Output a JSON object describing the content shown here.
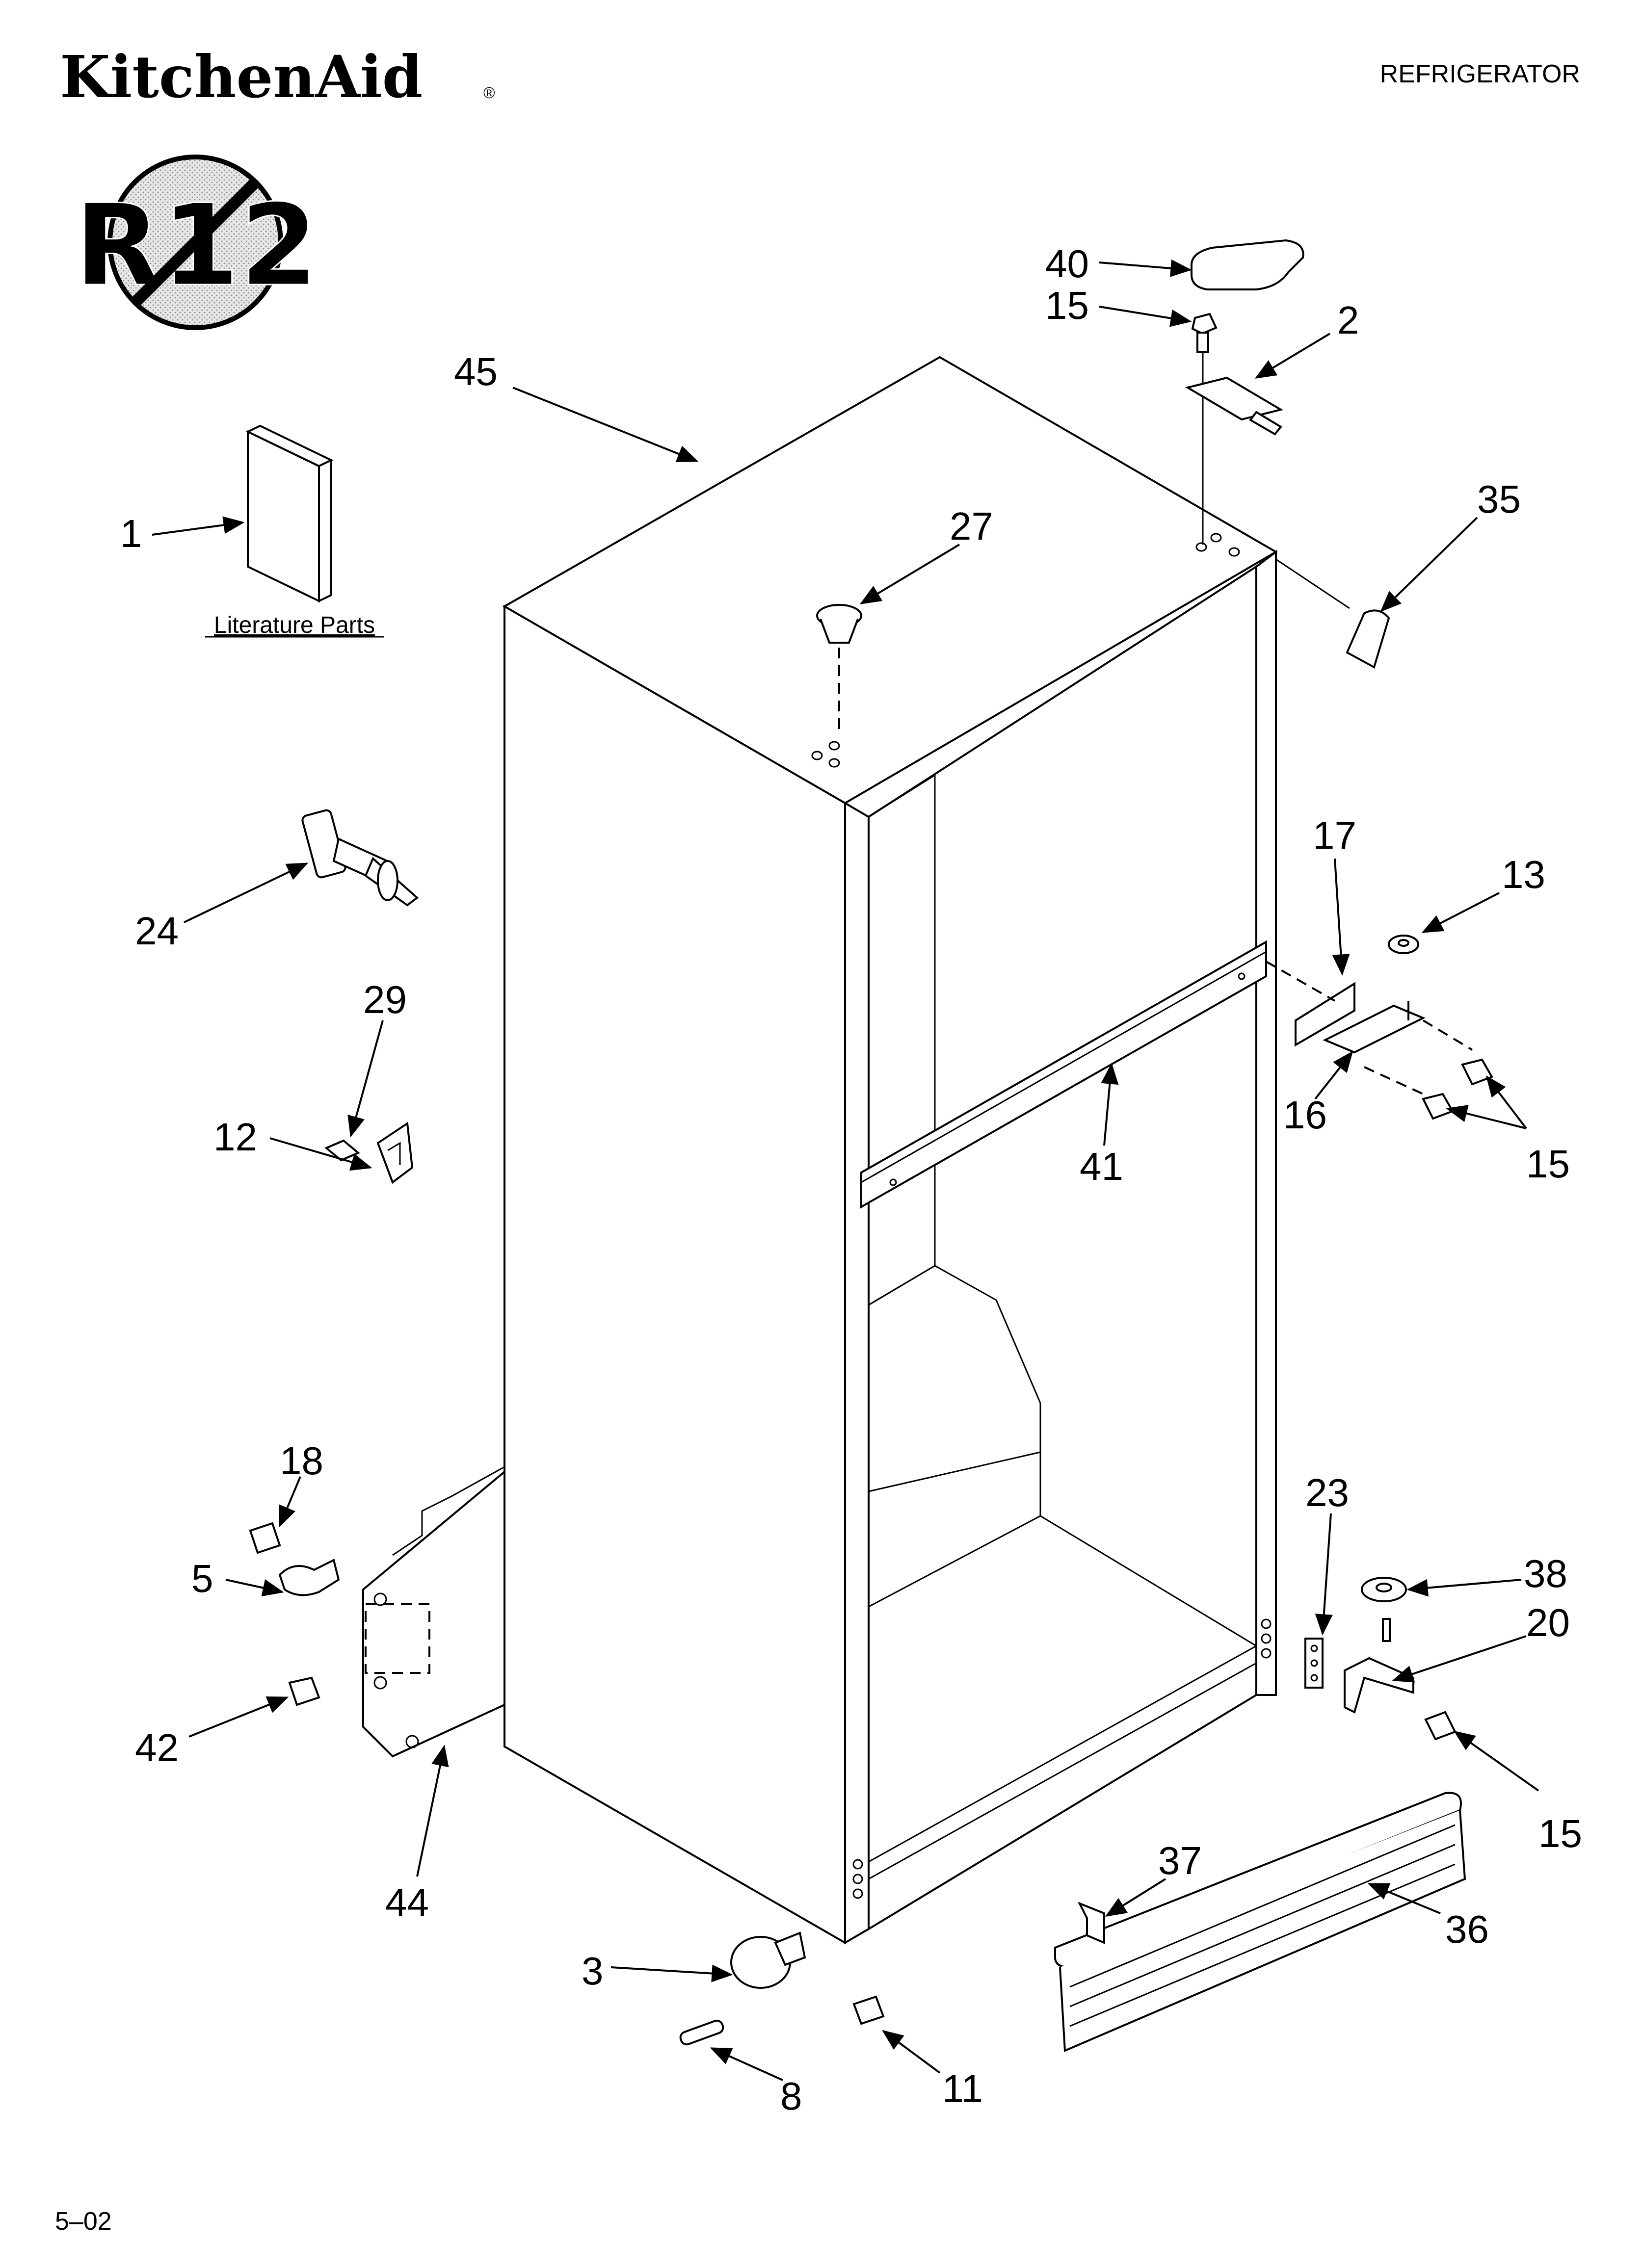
{
  "header": {
    "brand": "KitchenAid",
    "registered_mark": "®",
    "product_type": "REFRIGERATOR"
  },
  "badge": {
    "text": "R12",
    "icon": "no-r12-refrigerant-icon"
  },
  "literature": {
    "label": "Literature Parts"
  },
  "callouts": {
    "p40": "40",
    "p15_top": "15",
    "p2": "2",
    "p45": "45",
    "p35": "35",
    "p1": "1",
    "p27": "27",
    "p24": "24",
    "p17": "17",
    "p13": "13",
    "p29": "29",
    "p12": "12",
    "p16": "16",
    "p41": "41",
    "p15_mid": "15",
    "p18": "18",
    "p23": "23",
    "p5": "5",
    "p38": "38",
    "p20": "20",
    "p42": "42",
    "p15_low": "15",
    "p44": "44",
    "p37": "37",
    "p36": "36",
    "p3": "3",
    "p11": "11",
    "p8": "8"
  },
  "footer": {
    "code": "5–02"
  }
}
